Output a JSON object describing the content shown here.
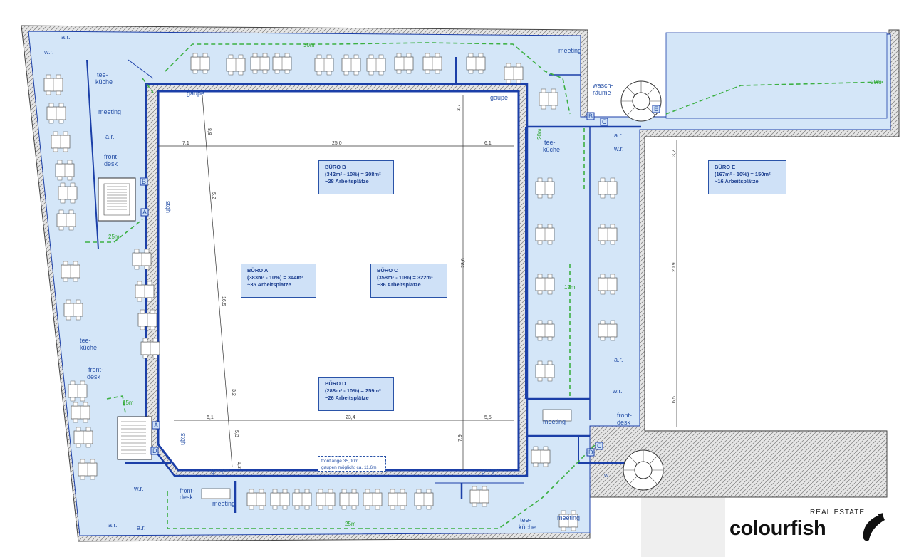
{
  "offices": [
    {
      "id": "a",
      "name": "BÜRO A",
      "area": "(383m² - 10%) = 344m²",
      "workplaces": "~35 Arbeitsplätze"
    },
    {
      "id": "b",
      "name": "BÜRO B",
      "area": "(342m² - 10%) = 308m²",
      "workplaces": "~28 Arbeitsplätze"
    },
    {
      "id": "c",
      "name": "BÜRO C",
      "area": "(358m² - 10%) = 322m²",
      "workplaces": "~36 Arbeitsplätze"
    },
    {
      "id": "d",
      "name": "BÜRO D",
      "area": "(288m² - 10%) = 259m²",
      "workplaces": "~26 Arbeitsplätze"
    },
    {
      "id": "e",
      "name": "BÜRO E",
      "area": "(167m² - 10%) = 150m²",
      "workplaces": "~16 Arbeitsplätze"
    }
  ],
  "rooms": {
    "ar": "a.r.",
    "wr": "w.r.",
    "tee": "tee-",
    "kueche": "küche",
    "meeting": "meeting",
    "front": "front-",
    "desk": "desk",
    "wasch": "wasch-",
    "raeume": "räume",
    "gaupe": "gaupe",
    "stgh": "stgh"
  },
  "stairs": {
    "a": "A",
    "b": "B",
    "c": "C",
    "d": "D",
    "e": "E"
  },
  "escape_routes": [
    "30m",
    "25m",
    "15m",
    "25m",
    "17m",
    "20m",
    "20m"
  ],
  "dimensions": [
    "7,1",
    "25,0",
    "6,1",
    "3,7",
    "8,8",
    "5,2",
    "16,5",
    "3,2",
    "5,3",
    "1,3",
    "6,1",
    "23,4",
    "5,5",
    "7,9",
    "28,6",
    "3,2",
    "20,9",
    "6,5"
  ],
  "frontage": {
    "line1": "frontlänge 35,00m",
    "line2": "gaupen möglich: ca. 11,6m"
  },
  "logo": {
    "tagline": "REAL ESTATE",
    "name": "colourfish"
  },
  "colors": {
    "office_fill": "#d4e6f8",
    "wall": "#1b3fa8",
    "escape": "#3cb043",
    "label": "#2a53a8"
  }
}
